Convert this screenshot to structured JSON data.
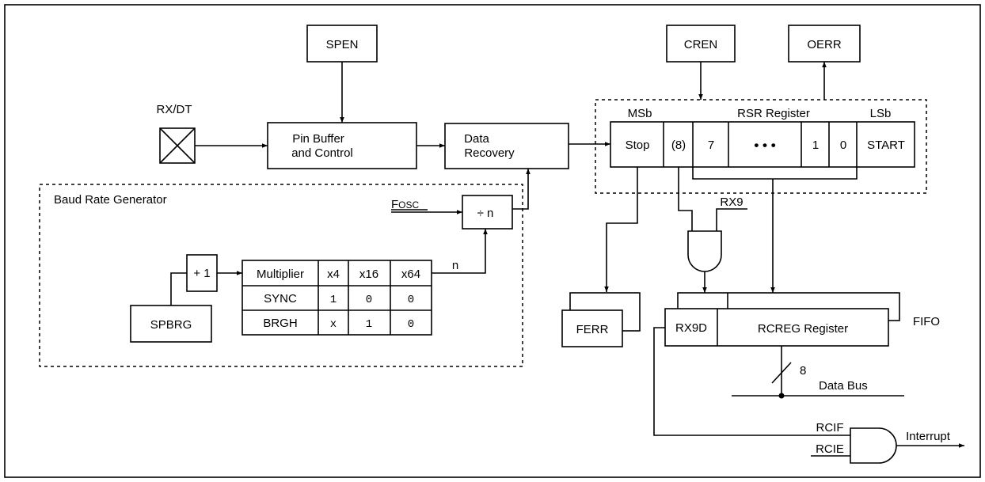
{
  "labels": {
    "spen": "SPEN",
    "cren": "CREN",
    "oerr": "OERR",
    "rx_dt": "RX/DT",
    "pin_buffer_line1": "Pin Buffer",
    "pin_buffer_line2": "and Control",
    "data_recovery_line1": "Data",
    "data_recovery_line2": "Recovery",
    "msb": "MSb",
    "rsr_register": "RSR Register",
    "lsb": "LSb",
    "rsr_bits": [
      "Stop",
      "(8)",
      "7",
      "• • •",
      "1",
      "0",
      "START"
    ],
    "baud_rate_generator": "Baud Rate Generator",
    "fosc_main": "F",
    "fosc_sub": "OSC",
    "divide_n": "÷ n",
    "plus_one": "+ 1",
    "spbrg": "SPBRG",
    "n_label": "n",
    "rx9": "RX9",
    "ferr": "FERR",
    "rx9d": "RX9D",
    "rcreg_register": "RCREG Register",
    "fifo": "FIFO",
    "bus_width": "8",
    "data_bus": "Data Bus",
    "rcif": "RCIF",
    "rcie": "RCIE",
    "interrupt": "Interrupt"
  },
  "multiplier_table": {
    "header": [
      "Multiplier",
      "x4",
      "x16",
      "x64"
    ],
    "rows": [
      [
        "SYNC",
        "1",
        "0",
        "0"
      ],
      [
        "BRGH",
        "x",
        "1",
        "0"
      ]
    ]
  }
}
